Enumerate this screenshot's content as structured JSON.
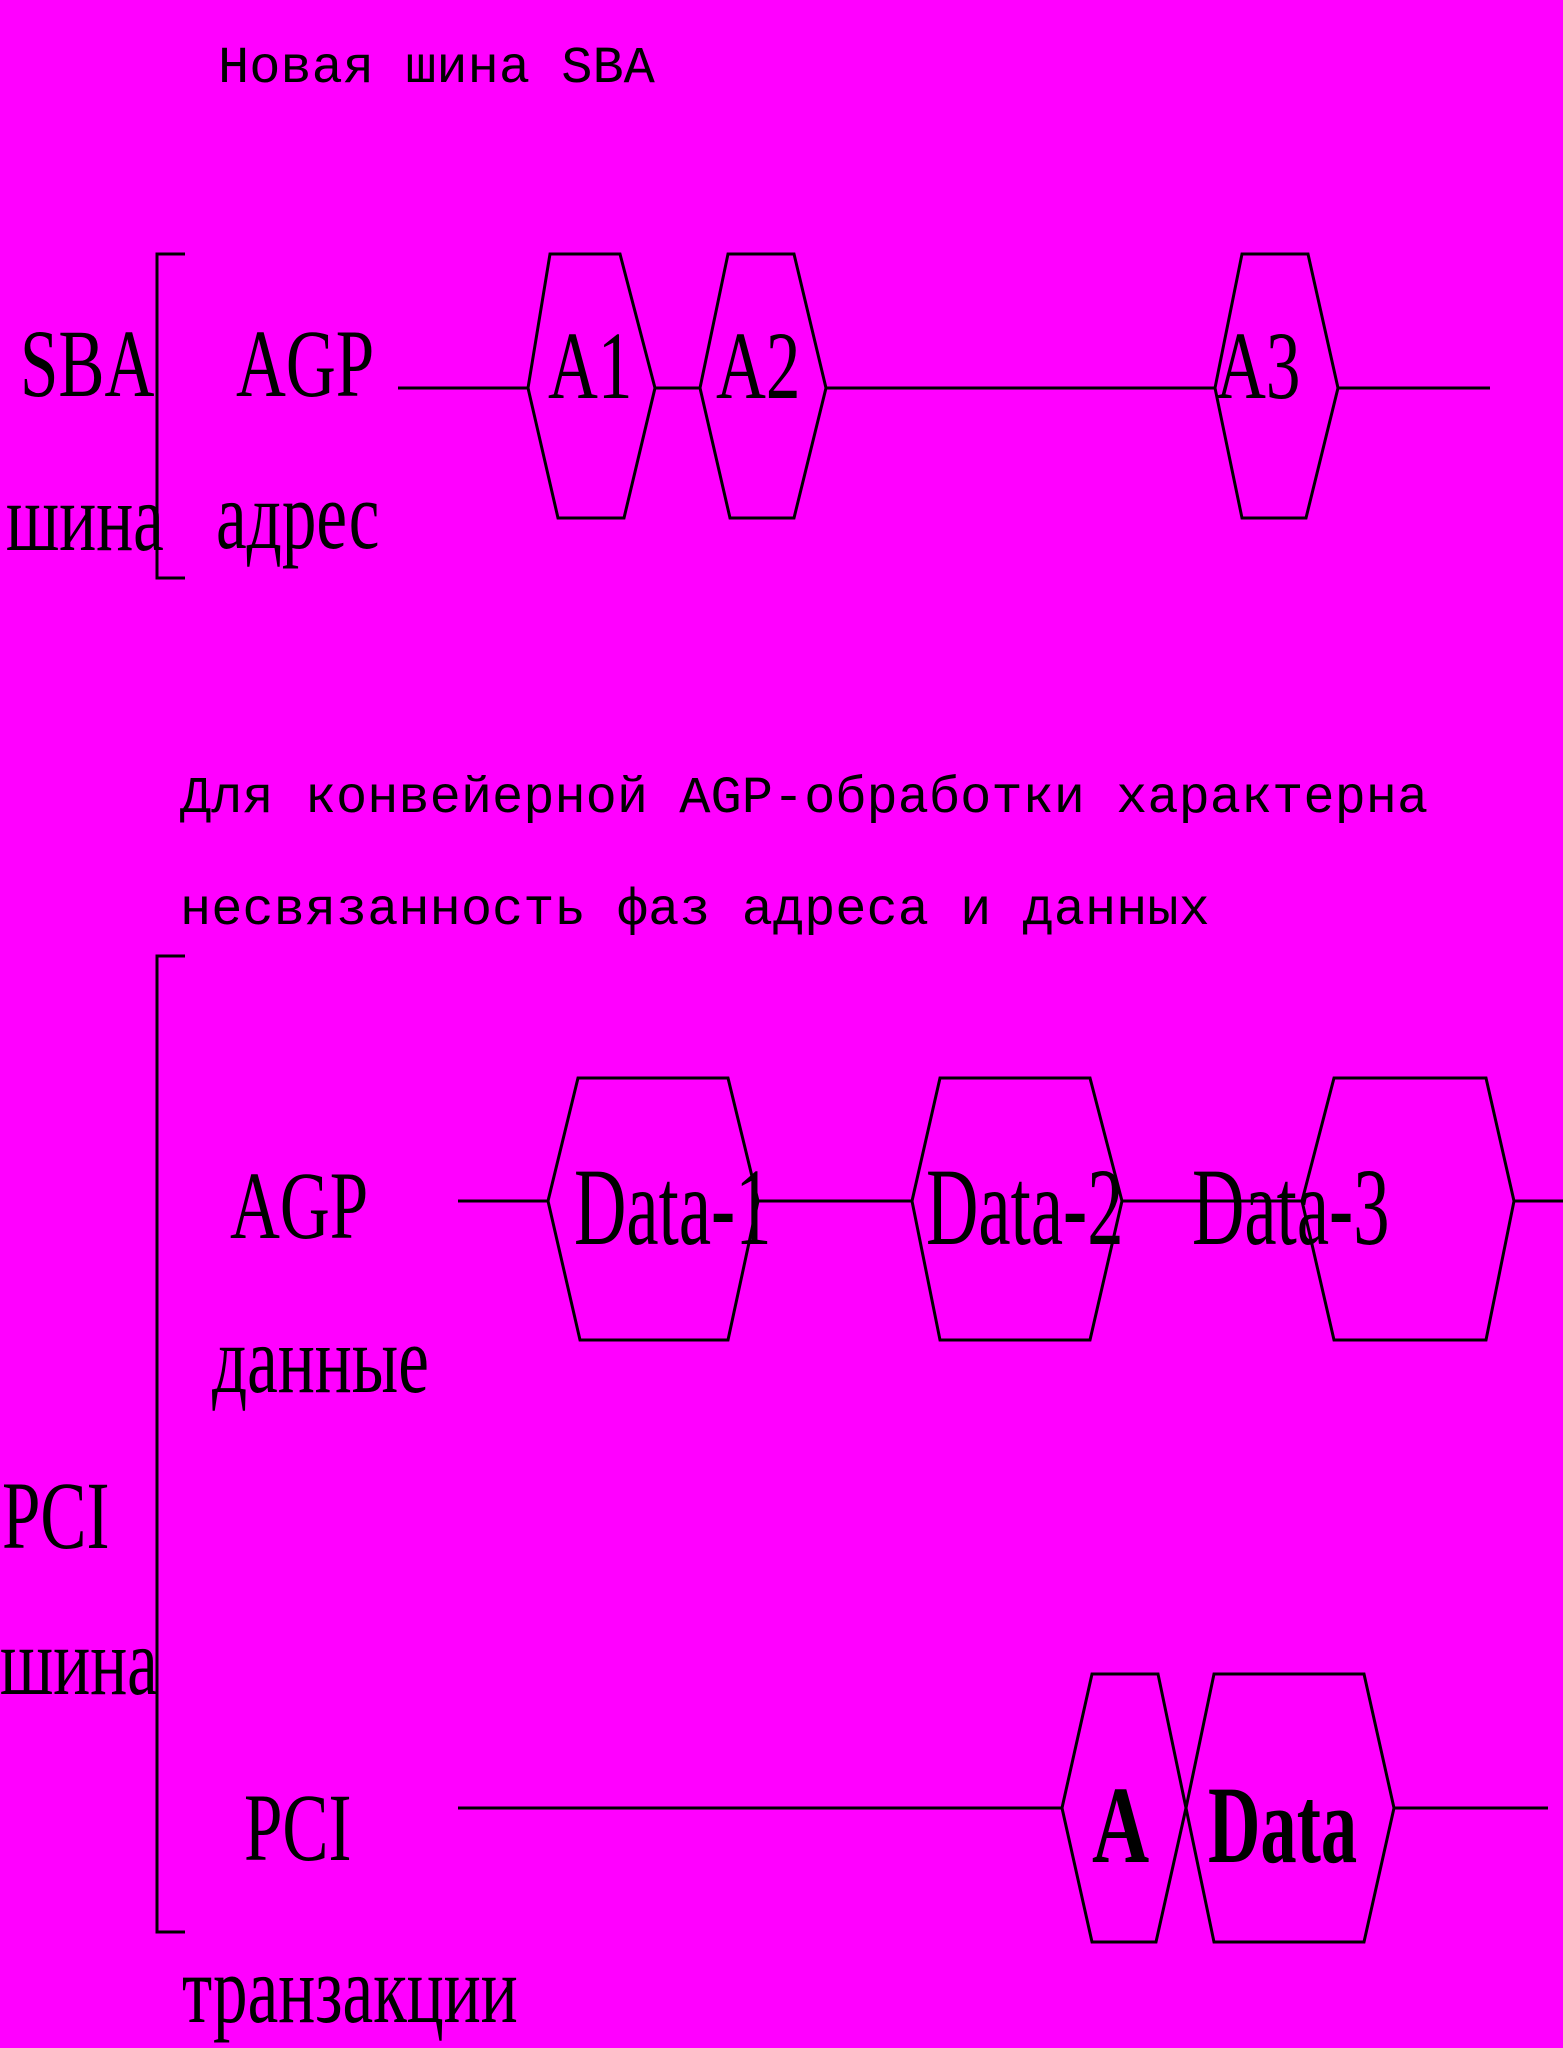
{
  "colors": {
    "background": "#FF00FF",
    "ink": "#000000"
  },
  "sba_caption": "Новая шина SBA",
  "sba_group": {
    "label_line1": "SBA",
    "label_line2": "шина"
  },
  "agp_address_signal": {
    "label_line1": "AGP",
    "label_line2": "адрес",
    "phases": [
      "A1",
      "A2",
      "A3"
    ]
  },
  "pipeline_caption": {
    "line1": "Для конвейерной AGP-обработки характерна",
    "line2": "несвязанность фаз адреса и данных"
  },
  "pci_group": {
    "label_line1": "PCI",
    "label_line2": "шина"
  },
  "agp_data_signal": {
    "label_line1": "AGP",
    "label_line2": "данные",
    "phases": [
      "Data-1",
      "Data-2",
      "Data-3"
    ]
  },
  "pci_signal": {
    "label_line1": "PCI",
    "label_line2": "транзакции",
    "phases": [
      "A",
      "Data"
    ]
  }
}
